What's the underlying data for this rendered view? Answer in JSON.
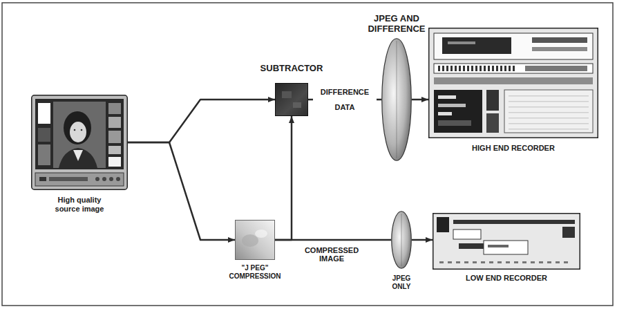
{
  "diagram": {
    "nodes": [
      {
        "text": [
          "High quality source image"
        ]
      },
      {
        "text": [
          "SUBTRACTOR"
        ]
      },
      {
        "text": [
          "\"J PEG\" COMPRESSION"
        ]
      },
      {
        "text": [
          "JPEG AND DIFFERENCE"
        ]
      },
      {
        "text": [
          "JPEG ONLY"
        ]
      },
      {
        "text": [
          "HIGH END RECORDER"
        ]
      },
      {
        "text": [
          "LOW END RECORDER"
        ]
      }
    ],
    "edges": [
      {
        "from": 0,
        "to": 1,
        "arrow": "to"
      },
      {
        "from": 0,
        "to": 2,
        "arrow": "to"
      },
      {
        "from": 1,
        "to": 3,
        "label": "DIFFERENCE DATA",
        "arrow": "none"
      },
      {
        "from": 3,
        "to": 5,
        "arrow": "to"
      },
      {
        "from": 2,
        "to": 4,
        "label": "COMPRESSED IMAGE",
        "arrow": "none"
      },
      {
        "from": 4,
        "to": 6,
        "arrow": "to"
      },
      {
        "from": 2,
        "to": 1,
        "arrow": "to"
      }
    ]
  }
}
